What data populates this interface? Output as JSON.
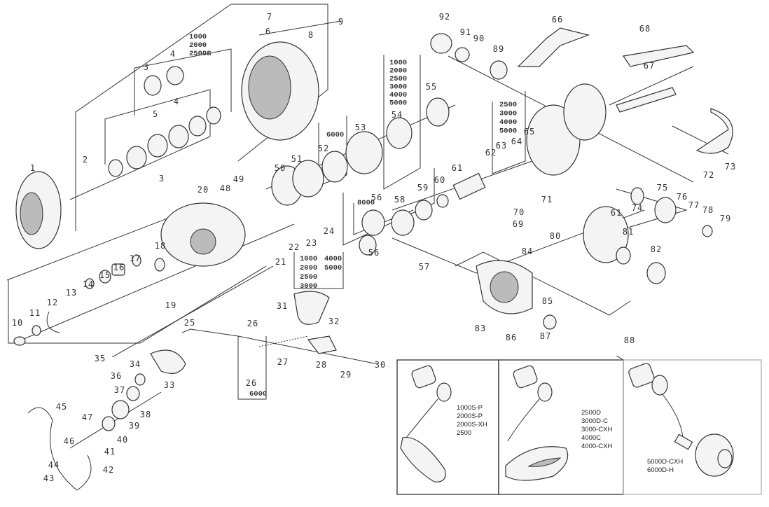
{
  "diagram": {
    "part_numbers": [
      "1",
      "2",
      "3",
      "3",
      "4",
      "4",
      "5",
      "6",
      "7",
      "8",
      "9",
      "10",
      "11",
      "12",
      "13",
      "14",
      "15",
      "16",
      "17",
      "18",
      "19",
      "20",
      "21",
      "22",
      "23",
      "24",
      "25",
      "26",
      "26",
      "27",
      "28",
      "29",
      "30",
      "31",
      "32",
      "33",
      "34",
      "35",
      "36",
      "37",
      "38",
      "39",
      "40",
      "41",
      "42",
      "43",
      "44",
      "45",
      "46",
      "47",
      "48",
      "49",
      "50",
      "51",
      "52",
      "53",
      "54",
      "55",
      "56",
      "56",
      "57",
      "58",
      "59",
      "60",
      "61",
      "61",
      "62",
      "63",
      "64",
      "65",
      "66",
      "67",
      "68",
      "69",
      "70",
      "71",
      "72",
      "73",
      "74",
      "75",
      "76",
      "77",
      "78",
      "79",
      "80",
      "81",
      "82",
      "83",
      "84",
      "85",
      "86",
      "87",
      "88",
      "89",
      "90",
      "91",
      "92"
    ],
    "model_groups": [
      [
        "1000",
        "2000",
        "2500S"
      ],
      [
        "1000",
        "2000",
        "2500",
        "3000",
        "4000",
        "5000"
      ],
      [
        "6000"
      ],
      [
        "8000"
      ],
      [
        "2500",
        "3000",
        "4000",
        "5000"
      ],
      [
        "1000",
        "2000",
        "2500",
        "3000"
      ],
      [
        "4000",
        "5000"
      ],
      [
        "6000"
      ]
    ],
    "handle_options": [
      {
        "models": [
          "1000S-P",
          "2000S-P",
          "2000S-XH",
          "2500"
        ]
      },
      {
        "models": [
          "2500D",
          "3000D-C",
          "3000-CXH",
          "4000C",
          "4000-CXH"
        ]
      },
      {
        "models": [
          "5000D-CXH",
          "6000D-H"
        ]
      }
    ]
  }
}
